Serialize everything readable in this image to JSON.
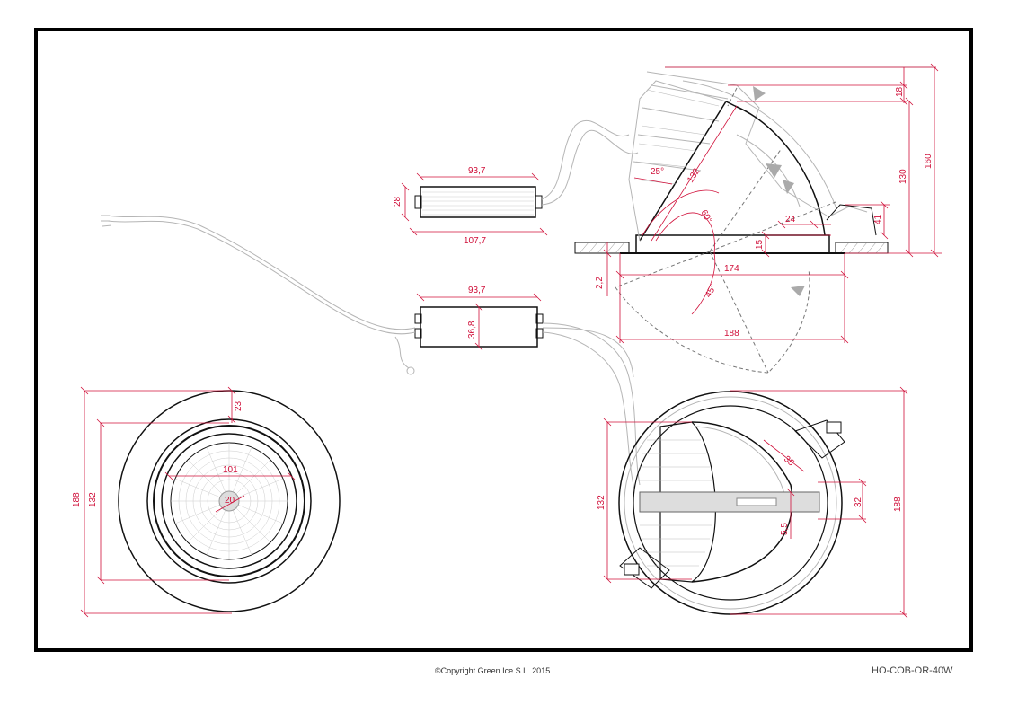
{
  "drawing": {
    "model_code": "HO-COB-OR-40W",
    "copyright": "©Copyright Green Ice S.L. 2015",
    "dimensions": {
      "driver_top_length": "93,7",
      "driver_top_height": "28",
      "driver_top_overall": "107,7",
      "driver_mid_length": "93,7",
      "driver_mid_height": "36,8",
      "side_angle_tilt": "25°",
      "side_reflector": "132",
      "side_angle_60": "60°",
      "side_angle_45": "45°",
      "side_top": "18",
      "side_height_130": "130",
      "side_height_160": "160",
      "side_24": "24",
      "side_41": "41",
      "side_15": "15",
      "side_174": "174",
      "side_22": "2,2",
      "side_188": "188",
      "front_23": "23",
      "front_101": "101",
      "front_20": "20",
      "front_188": "188",
      "front_132": "132",
      "back_35": "35",
      "back_32": "32",
      "back_55": "5,5",
      "back_132": "132",
      "back_188": "188"
    }
  }
}
